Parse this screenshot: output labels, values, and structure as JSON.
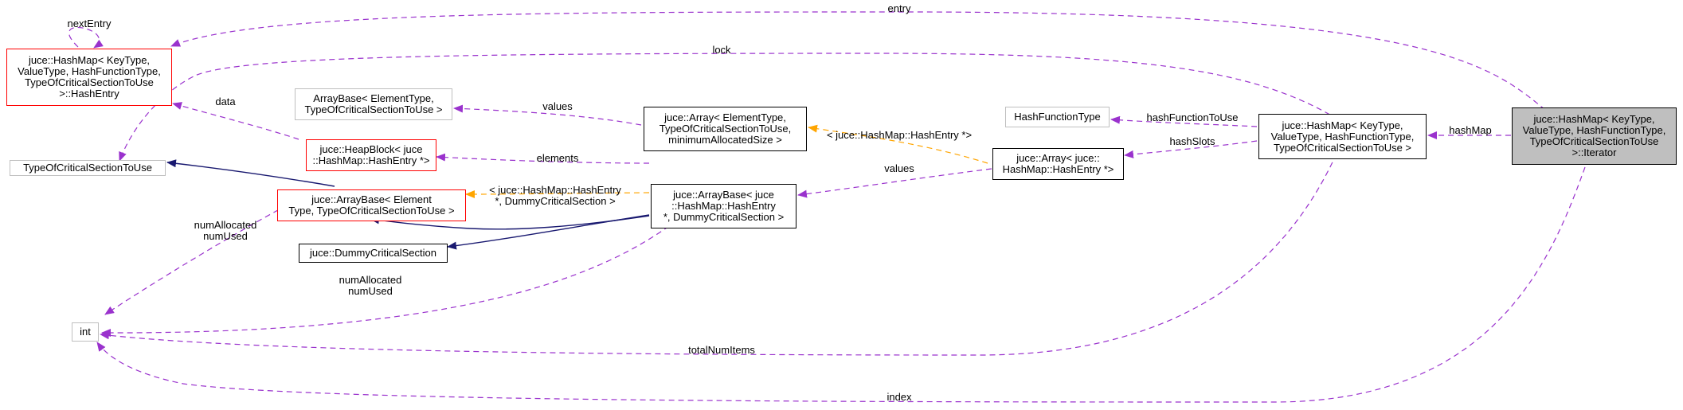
{
  "diagram": {
    "colors": {
      "member_edge": "#9a32cd",
      "template_edge": "#ffa500",
      "inheritance_edge": "#191970",
      "focus_fill": "#bfbfbf",
      "red_border": "#ff0000",
      "gray_border": "#bfbfbf"
    },
    "nodes": {
      "hashentry": "juce::HashMap< KeyType,\nValueType, HashFunctionType,\nTypeOfCriticalSectionToUse\n>::HashEntry",
      "typeofcs": "TypeOfCriticalSectionToUse",
      "int": "int",
      "arraybase_generic": "ArrayBase< ElementType,\nTypeOfCriticalSectionToUse >",
      "heapblock": "juce::HeapBlock< juce\n::HashMap::HashEntry *>",
      "arraybase_cs": "juce::ArrayBase< Element\nType, TypeOfCriticalSectionToUse >",
      "dummycs": "juce::DummyCriticalSection",
      "array_generic": "juce::Array< ElementType,\nTypeOfCriticalSectionToUse,\nminimumAllocatedSize >",
      "arraybase_hashentry": "juce::ArrayBase< juce\n::HashMap::HashEntry\n *, DummyCriticalSection >",
      "hashfunctiontype": "HashFunctionType",
      "array_hashentry": "juce::Array< juce::\nHashMap::HashEntry *>",
      "hashmap": "juce::HashMap< KeyType,\nValueType, HashFunctionType,\nTypeOfCriticalSectionToUse >",
      "iterator": "juce::HashMap< KeyType,\nValueType, HashFunctionType,\nTypeOfCriticalSectionToUse\n>::Iterator"
    },
    "edge_labels": {
      "nextEntry": "nextEntry",
      "entry": "entry",
      "lock": "lock",
      "data": "data",
      "values_top": "values",
      "elements": "elements",
      "template_hashentry": "< juce::HashMap::HashEntry *>",
      "template_dummy": "< juce::HashMap::HashEntry\n*, DummyCriticalSection >",
      "values_mid": "values",
      "hashFunctionToUse": "hashFunctionToUse",
      "hashSlots": "hashSlots",
      "hashMap": "hashMap",
      "numAllocated_left": "numAllocated\nnumUsed",
      "numAllocated_mid": "numAllocated\nnumUsed",
      "totalNumItems": "totalNumItems",
      "index": "index"
    }
  }
}
